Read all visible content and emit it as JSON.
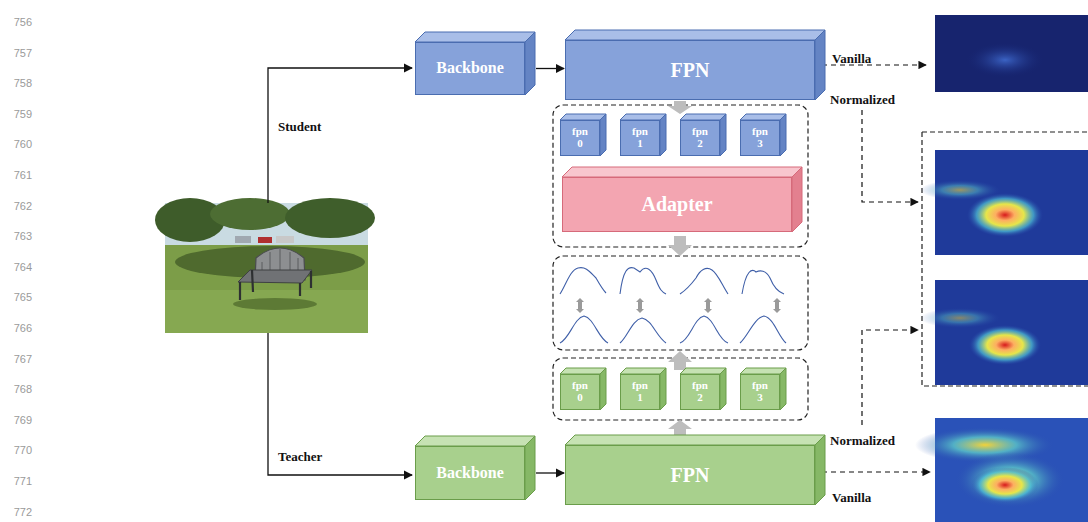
{
  "diagram": {
    "nodes": [
      {
        "text": [
          "Backbone"
        ]
      },
      {
        "text": [
          "FPN"
        ]
      },
      {
        "text": [
          "fpn 0"
        ]
      },
      {
        "text": [
          "fpn 1"
        ]
      },
      {
        "text": [
          "fpn 2"
        ]
      },
      {
        "text": [
          "fpn 3"
        ]
      },
      {
        "text": [
          "Adapter"
        ]
      },
      {
        "text": [
          "fpn 0"
        ]
      },
      {
        "text": [
          "fpn 1"
        ]
      },
      {
        "text": [
          "fpn 2"
        ]
      },
      {
        "text": [
          "fpn 3"
        ]
      },
      {
        "text": [
          "Backbone"
        ]
      },
      {
        "text": [
          "FPN"
        ]
      }
    ],
    "edges": [
      {
        "from": 0,
        "to": 1,
        "arrow": "to"
      },
      {
        "from": 11,
        "to": 12,
        "arrow": "to"
      }
    ],
    "labels": [
      "756",
      "757",
      "758",
      "759",
      "760",
      "761",
      "762",
      "763",
      "764",
      "765",
      "766",
      "767",
      "768",
      "769",
      "770",
      "771",
      "772",
      "Student",
      "Vanilla",
      "Normalized",
      "Teacher",
      "Normalized",
      "Vanilla"
    ]
  }
}
